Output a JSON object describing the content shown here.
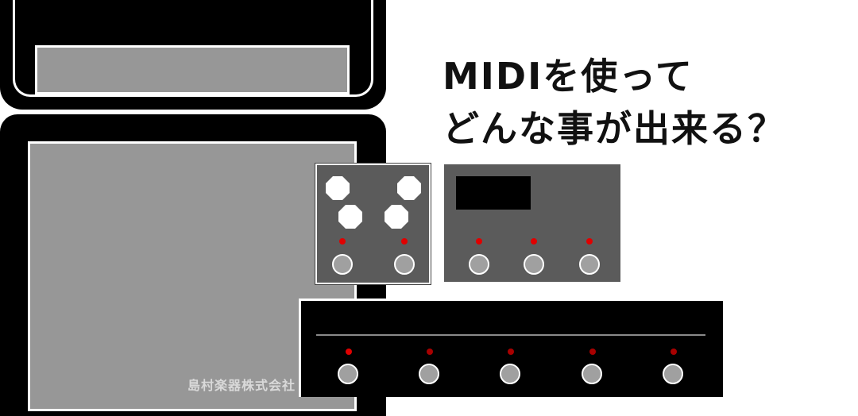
{
  "headline": {
    "line1": "MIDIを使って",
    "line2": "どんな事が出来る？"
  },
  "brand": "島村楽器株式会社",
  "colors": {
    "background": "#ffffff",
    "amp_body": "#000000",
    "grill": "#979797",
    "pedal": "#5b5b5b",
    "led": "#e00000",
    "switch": "#a0a0a0"
  }
}
